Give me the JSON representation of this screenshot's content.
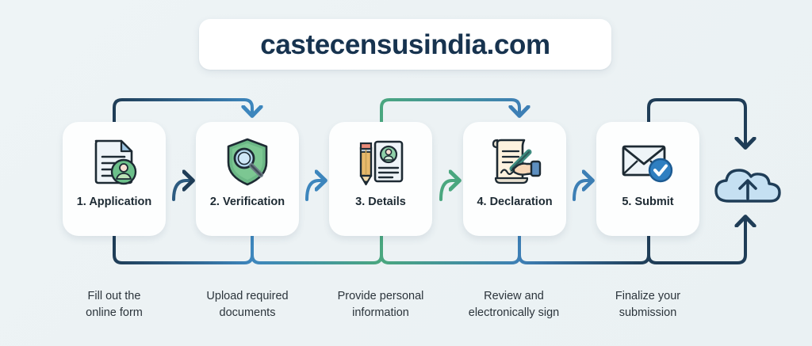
{
  "header": {
    "title": "castecensusindia.com"
  },
  "colors": {
    "background": "#eef3f5",
    "title_text": "#17334f",
    "step1_border": "#2d5b80",
    "step2_border": "#3d86bd",
    "step3_border": "#4aa77f",
    "step4_border": "#3d7fb5",
    "step5_border": "#e08a3c",
    "caption_text": "#2b343b",
    "wire_navy": "#1f3d57",
    "wire_blue": "#3d86bd",
    "wire_green": "#4aa77f",
    "cloud_fill": "#c5e0f2",
    "cloud_stroke": "#1f3d57",
    "check_badge": "#2f7fc1"
  },
  "flow": {
    "steps": [
      {
        "number": "1.",
        "label": "1. Application",
        "caption_line1": "Fill out the",
        "caption_line2": "online form",
        "icon": "document-user-icon",
        "border_color": "#2d5b80"
      },
      {
        "number": "2.",
        "label": "2. Verification",
        "caption_line1": "Upload required",
        "caption_line2": "documents",
        "icon": "shield-magnifier-icon",
        "border_color": "#3d86bd"
      },
      {
        "number": "3.",
        "label": "3. Details",
        "caption_line1": "Provide personal",
        "caption_line2": "information",
        "icon": "pencil-form-icon",
        "border_color": "#4aa77f"
      },
      {
        "number": "4.",
        "label": "4. Declaration",
        "caption_line1": "Review and",
        "caption_line2": "electronically sign",
        "icon": "hand-signing-scroll-icon",
        "border_color": "#3d7fb5"
      },
      {
        "number": "5.",
        "label": "5. Submit",
        "caption_line1": "Finalize your",
        "caption_line2": "submission",
        "icon": "envelope-check-icon",
        "border_color": "#e08a3c"
      }
    ],
    "terminal": {
      "icon": "cloud-upload-icon",
      "label": ""
    }
  }
}
